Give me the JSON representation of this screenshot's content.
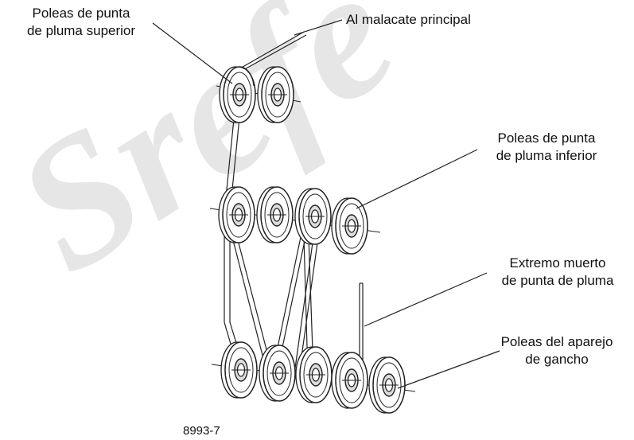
{
  "labels": {
    "top_sheaves": [
      "Poleas de punta",
      "de pluma superior"
    ],
    "main_hoist": "Al malacate principal",
    "lower_sheaves": [
      "Poleas de punta",
      "de pluma inferior"
    ],
    "dead_end": [
      "Extremo muerto",
      "de punta de pluma"
    ],
    "hook_block": [
      "Poleas del aparejo",
      "de gancho"
    ],
    "figure_id": "8993-7"
  },
  "watermark": {
    "text": "Srefe",
    "color": "#e6e6e6"
  },
  "colors": {
    "line": "#222222",
    "sheave_fill": "#ffffff",
    "hub_fill": "#dcdcdc"
  }
}
